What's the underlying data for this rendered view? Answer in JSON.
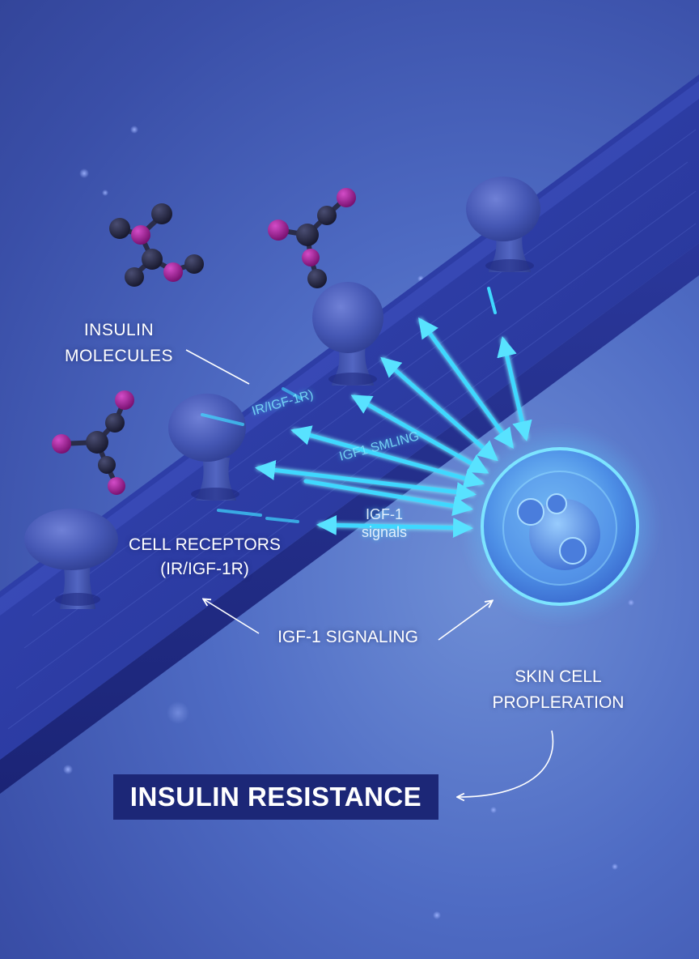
{
  "labels": {
    "insulin_molecules_line1": "INSULIN",
    "insulin_molecules_line2": "MOLECULES",
    "cell_receptors_line1": "CELL RECEPTORS",
    "cell_receptors_line2": "(IR/IGF-1R)",
    "igf1_signaling": "IGF-1 SIGNALING",
    "skin_cell_line1": "SKIN CELL",
    "skin_cell_line2": "PROPLERATION",
    "banner": "INSULIN RESISTANCE"
  },
  "arrow_labels": {
    "receptor_tag": "IR/IGF-1R)",
    "signal_tag": "IGF1 SMLING",
    "igf1_line1": "IGF-1",
    "igf1_line2": "signals"
  },
  "colors": {
    "background": "#4f6cc4",
    "membrane": "#2a3aa8",
    "receptor": "#4a5cb8",
    "signal_arrow": "#3fd8ff",
    "cell_glow": "#5ec8ff",
    "molecule_dark": "#23253f",
    "molecule_magenta": "#a21f9a",
    "banner_bg": "#1c2777"
  }
}
